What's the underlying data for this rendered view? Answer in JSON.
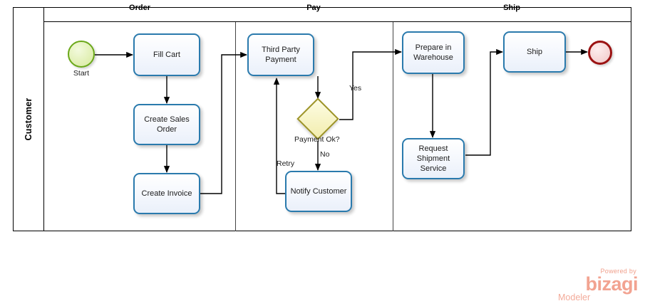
{
  "diagram": {
    "type": "bpmn-process",
    "pool": {
      "lane_label": "Customer"
    },
    "phases": [
      {
        "name": "Order",
        "label": "Order"
      },
      {
        "name": "Pay",
        "label": "Pay"
      },
      {
        "name": "Ship",
        "label": "Ship"
      }
    ],
    "events": [
      {
        "id": "start",
        "kind": "start-event",
        "label": "Start",
        "color": "#6aa819"
      },
      {
        "id": "end",
        "kind": "end-event",
        "label": "",
        "color": "#9b1212"
      }
    ],
    "tasks": [
      {
        "id": "fill-cart",
        "label": "Fill Cart",
        "phase": "Order"
      },
      {
        "id": "create-sales-order",
        "label": "Create  Sales Order",
        "phase": "Order"
      },
      {
        "id": "create-invoice",
        "label": "Create  Invoice",
        "phase": "Order"
      },
      {
        "id": "third-party-payment",
        "label": "Third Party Payment",
        "phase": "Pay"
      },
      {
        "id": "notify-customer",
        "label": "Notify Customer",
        "phase": "Pay"
      },
      {
        "id": "prepare-in-warehouse",
        "label": "Prepare in Warehouse",
        "phase": "Ship"
      },
      {
        "id": "request-shipment-service",
        "label": "Request Shipment Service",
        "phase": "Ship"
      },
      {
        "id": "ship",
        "label": "Ship",
        "phase": "Ship"
      }
    ],
    "gateways": [
      {
        "id": "payment-ok",
        "kind": "exclusive-gateway",
        "label": "Payment Ok?",
        "phase": "Pay",
        "color": "#9d9427"
      }
    ],
    "flow_labels": [
      {
        "id": "yes",
        "label": "Yes"
      },
      {
        "id": "no",
        "label": "No"
      },
      {
        "id": "retry",
        "label": "Retry"
      }
    ],
    "colors": {
      "task_border": "#2a7aad",
      "task_fill": "#f2f6fd",
      "gateway_border": "#9d9427",
      "gateway_fill": "#f7f4c6",
      "start_border": "#6aa819",
      "end_border": "#9b1212",
      "connector": "#000000",
      "pool_border": "#000000",
      "logo": "#f2a391"
    }
  },
  "logo": {
    "powered_by": "Powered by",
    "brand": "bizagi",
    "product": "Modeler"
  }
}
